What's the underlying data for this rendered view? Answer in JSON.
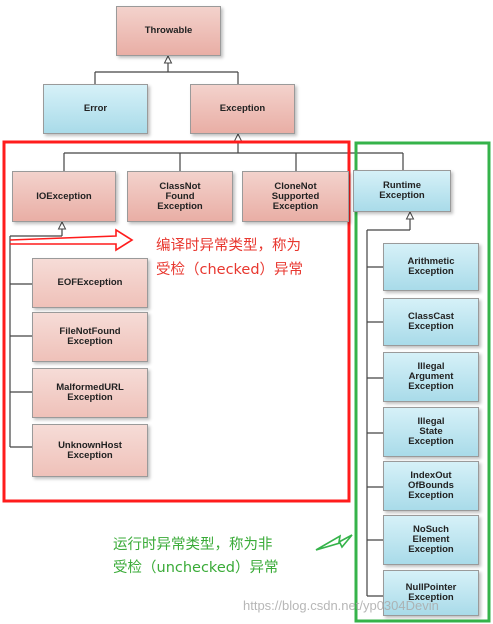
{
  "nodes": {
    "throwable": "Throwable",
    "error": "Error",
    "exception": "Exception",
    "ioexception": "IOException",
    "classnotfound": "ClassNot\nFound\nException",
    "clonenotsupported": "CloneNot\nSupported\nException",
    "runtime": "Runtime\nException",
    "eof": "EOFException",
    "filenotfound": "FileNotFound\nException",
    "malformedurl": "MalformedURL\nException",
    "unknownhost": "UnknownHost\nException",
    "arithmetic": "Arithmetic\nException",
    "classcast": "ClassCast\nException",
    "illegalargument": "Illegal\nArgument\nException",
    "illegalstate": "Illegal\nState\nException",
    "indexoutofbounds": "IndexOut\nOfBounds\nException",
    "nosuchelement": "NoSuch\nElement\nException",
    "nullpointer": "NullPointer\nException"
  },
  "annotations": {
    "checked_line1": "编译时异常类型，称为",
    "checked_line2": "受检（checked）异常",
    "unchecked_line1": "运行时异常类型，称为非",
    "unchecked_line2": "受检（unchecked）异常"
  },
  "colors": {
    "checked": "#e8372f",
    "unchecked": "#3aab38",
    "checked_box": "#ff1c1c",
    "unchecked_box": "#35b34a"
  },
  "watermark": "https://blog.csdn.net/yp0304Devin"
}
